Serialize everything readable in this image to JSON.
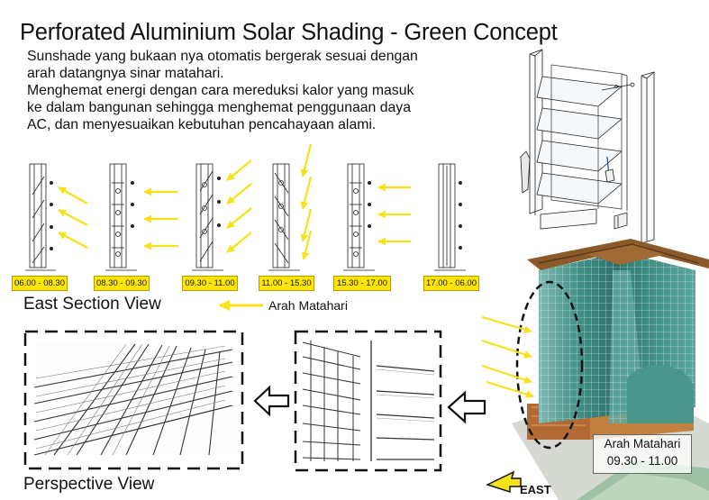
{
  "title": "Perforated Aluminium Solar Shading - Green Concept",
  "description": [
    "Sunshade yang bukaan nya  otomatis bergerak sesuai dengan",
    "arah datangnya sinar matahari.",
    "Menghemat energi dengan cara mereduksi kalor yang masuk",
    "ke dalam bangunan sehingga menghemat penggunaan daya",
    "AC, dan menyesuaikan kebutuhan pencahayaan alami."
  ],
  "time_slots": [
    "06.00 - 08.30",
    "08.30 - 09.30",
    "09.30 - 11.00",
    "11.00 - 15.30",
    "15.30 - 17.00",
    "17.00 - 06.00"
  ],
  "section_view_title": "East Section View",
  "sun_direction_label": "Arah Matahari",
  "perspective_view_title": "Perspective View",
  "badge": {
    "line1": "Arah Matahari",
    "line2": "09.30 - 11.00"
  },
  "compass_label": "EAST",
  "colors": {
    "highlight_yellow": "#ffe600",
    "arrow_yellow": "#f7e21a",
    "glass_teal": "#3f8f86",
    "roof_brown": "#8a5a2b"
  }
}
